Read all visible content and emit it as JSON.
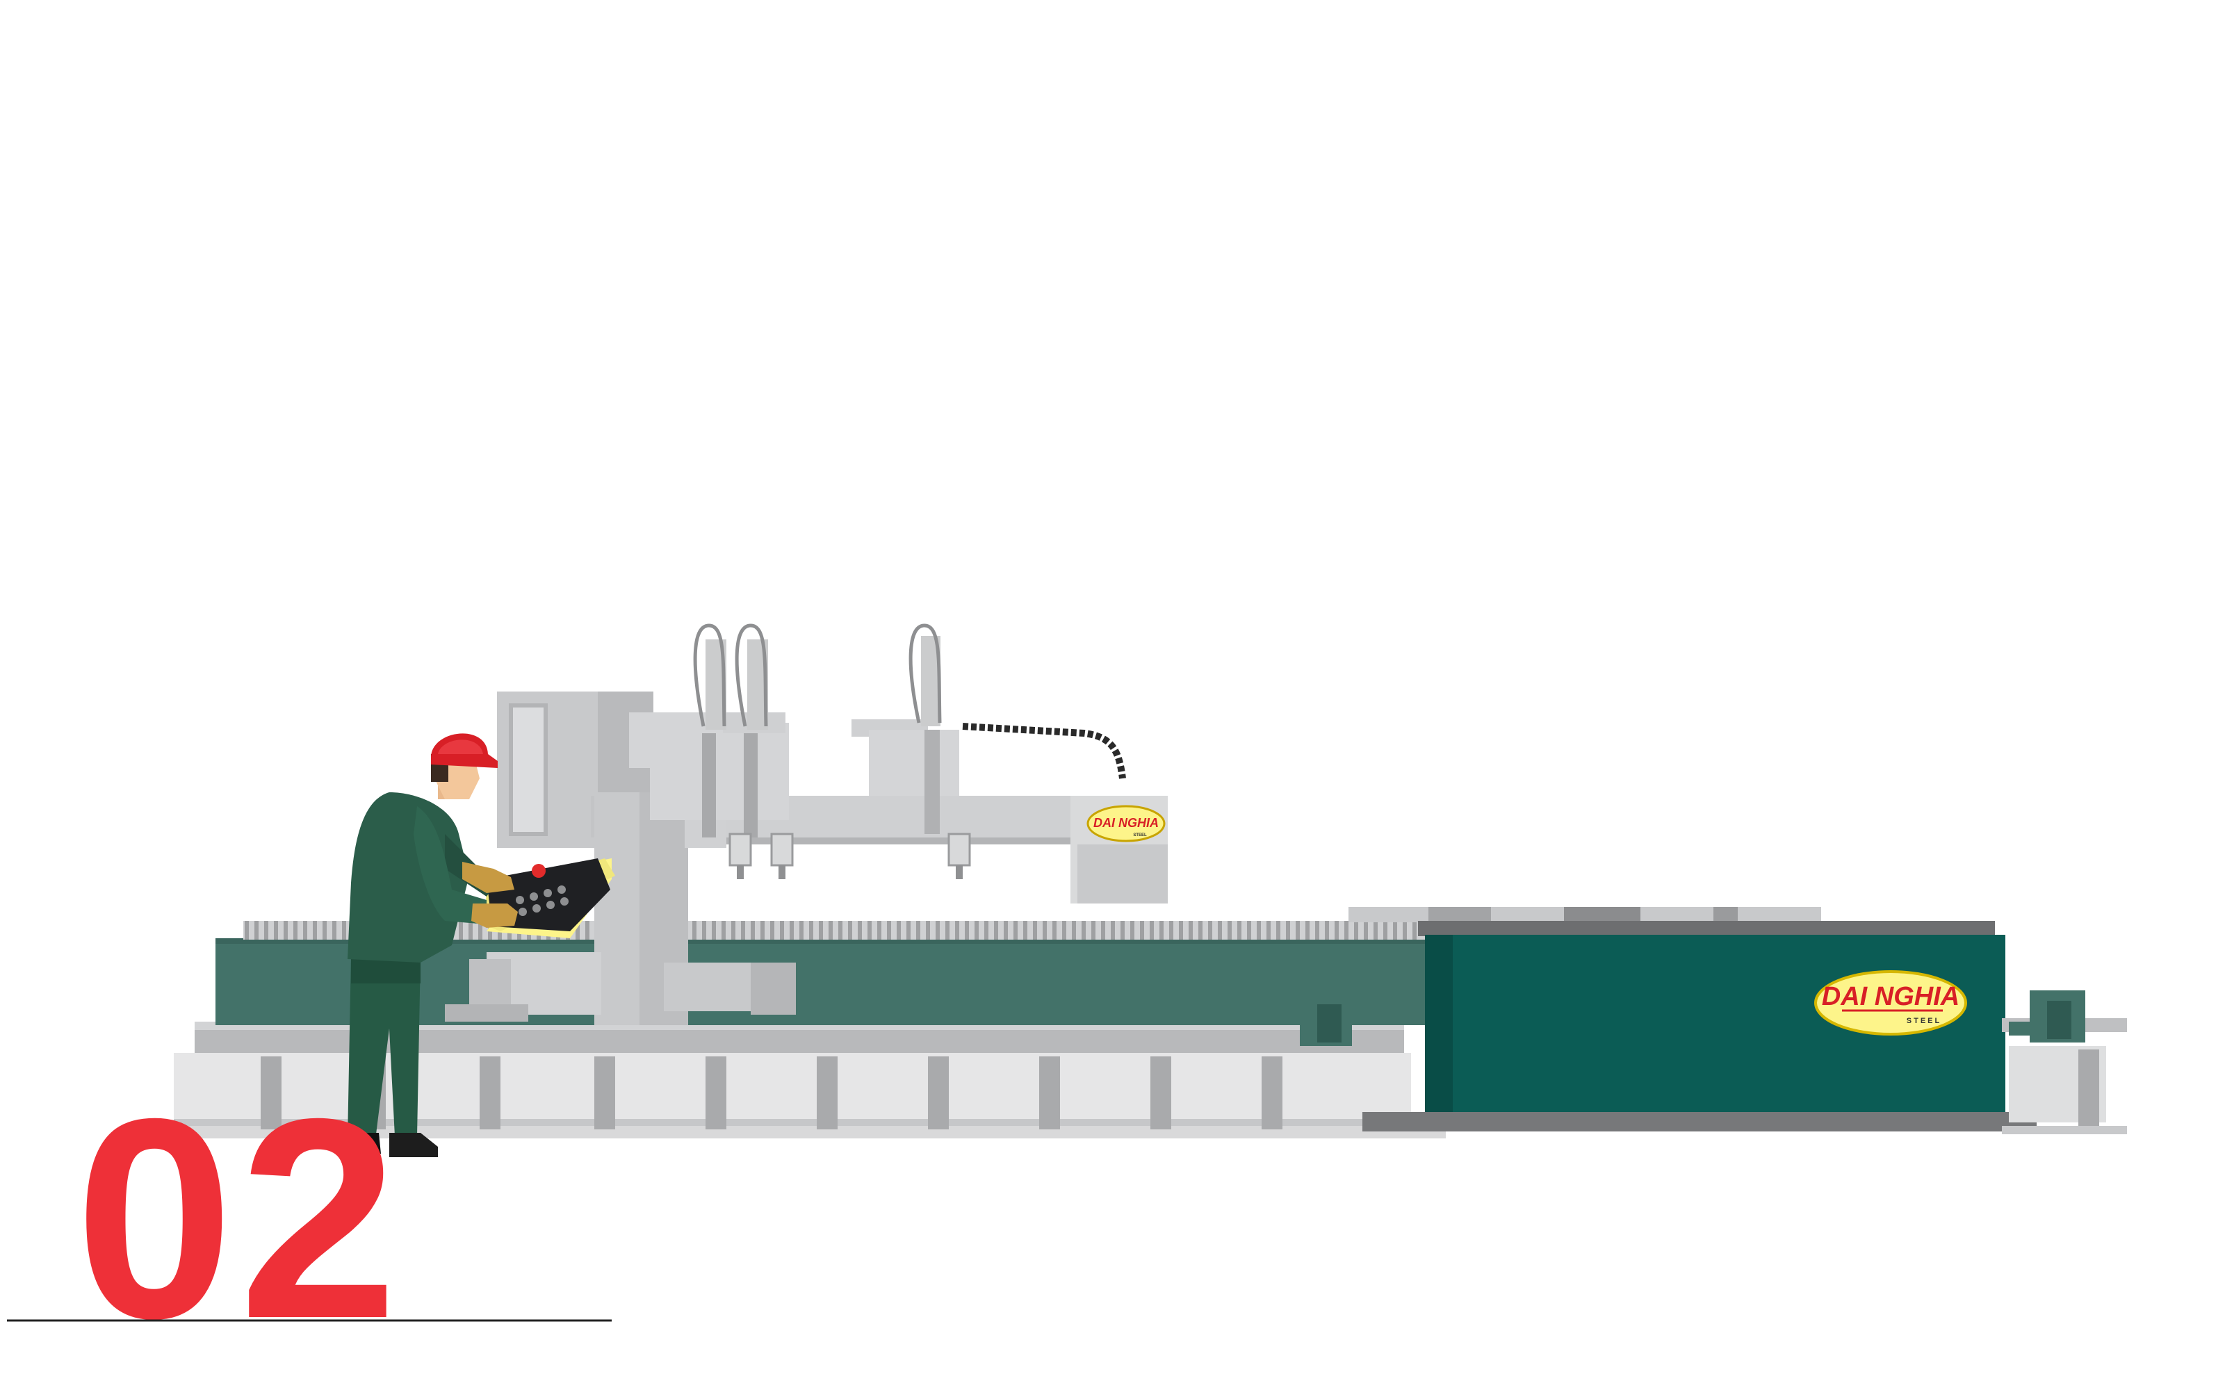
{
  "step_number": "02",
  "brand": {
    "name": "DAI NGHIA",
    "sub": "STEEL"
  },
  "colors": {
    "accent_red": "#ee3038",
    "machine_green": "#0b5c55",
    "panel_green": "#437269",
    "steel_grey": "#c8c9cb",
    "logo_yellow": "#fdf48a"
  },
  "icons": {
    "worker": "worker-illustration",
    "machine": "cnc-cutting-machine-illustration",
    "controller": "control-panel-icon"
  }
}
